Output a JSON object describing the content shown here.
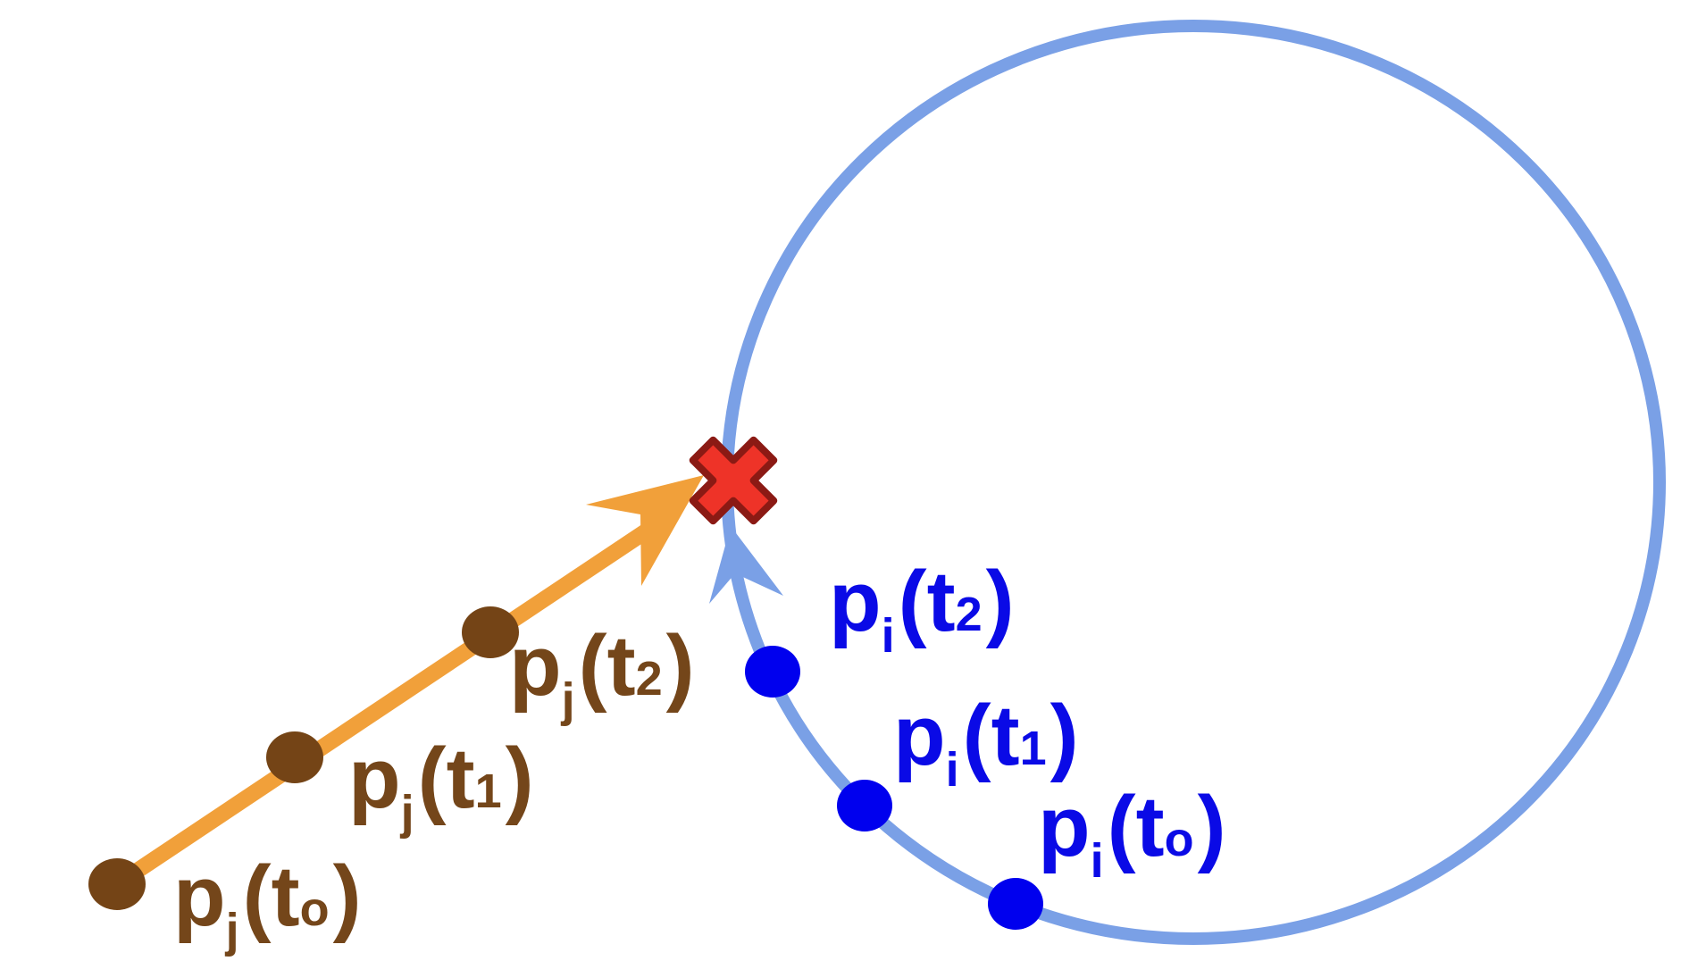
{
  "colors": {
    "orbit": "#7aa0e6",
    "path_j": "#f1a03a",
    "point_j": "#744416",
    "point_i": "#0000ee",
    "label_j": "#74461a",
    "label_i": "#0a0ae6",
    "collision_fill": "#ee3328",
    "collision_stroke": "#8b1a14"
  },
  "icons": {
    "collision": "collision-x-icon"
  },
  "labels": {
    "j_t0": {
      "base": "p",
      "index": "j",
      "open": "(",
      "time": "t",
      "time_sub": "o",
      "close": ")"
    },
    "j_t1": {
      "base": "p",
      "index": "j",
      "open": "(",
      "time": "t",
      "time_sub": "1",
      "close": ")"
    },
    "j_t2": {
      "base": "p",
      "index": "j",
      "open": "(",
      "time": "t",
      "time_sub": "2",
      "close": ")"
    },
    "i_t0": {
      "base": "p",
      "index": "i",
      "open": "(",
      "time": "t",
      "time_sub": "o",
      "close": ")"
    },
    "i_t1": {
      "base": "p",
      "index": "i",
      "open": "(",
      "time": "t",
      "time_sub": "1",
      "close": ")"
    },
    "i_t2": {
      "base": "p",
      "index": "i",
      "open": "(",
      "time": "t",
      "time_sub": "2",
      "close": ")"
    }
  }
}
